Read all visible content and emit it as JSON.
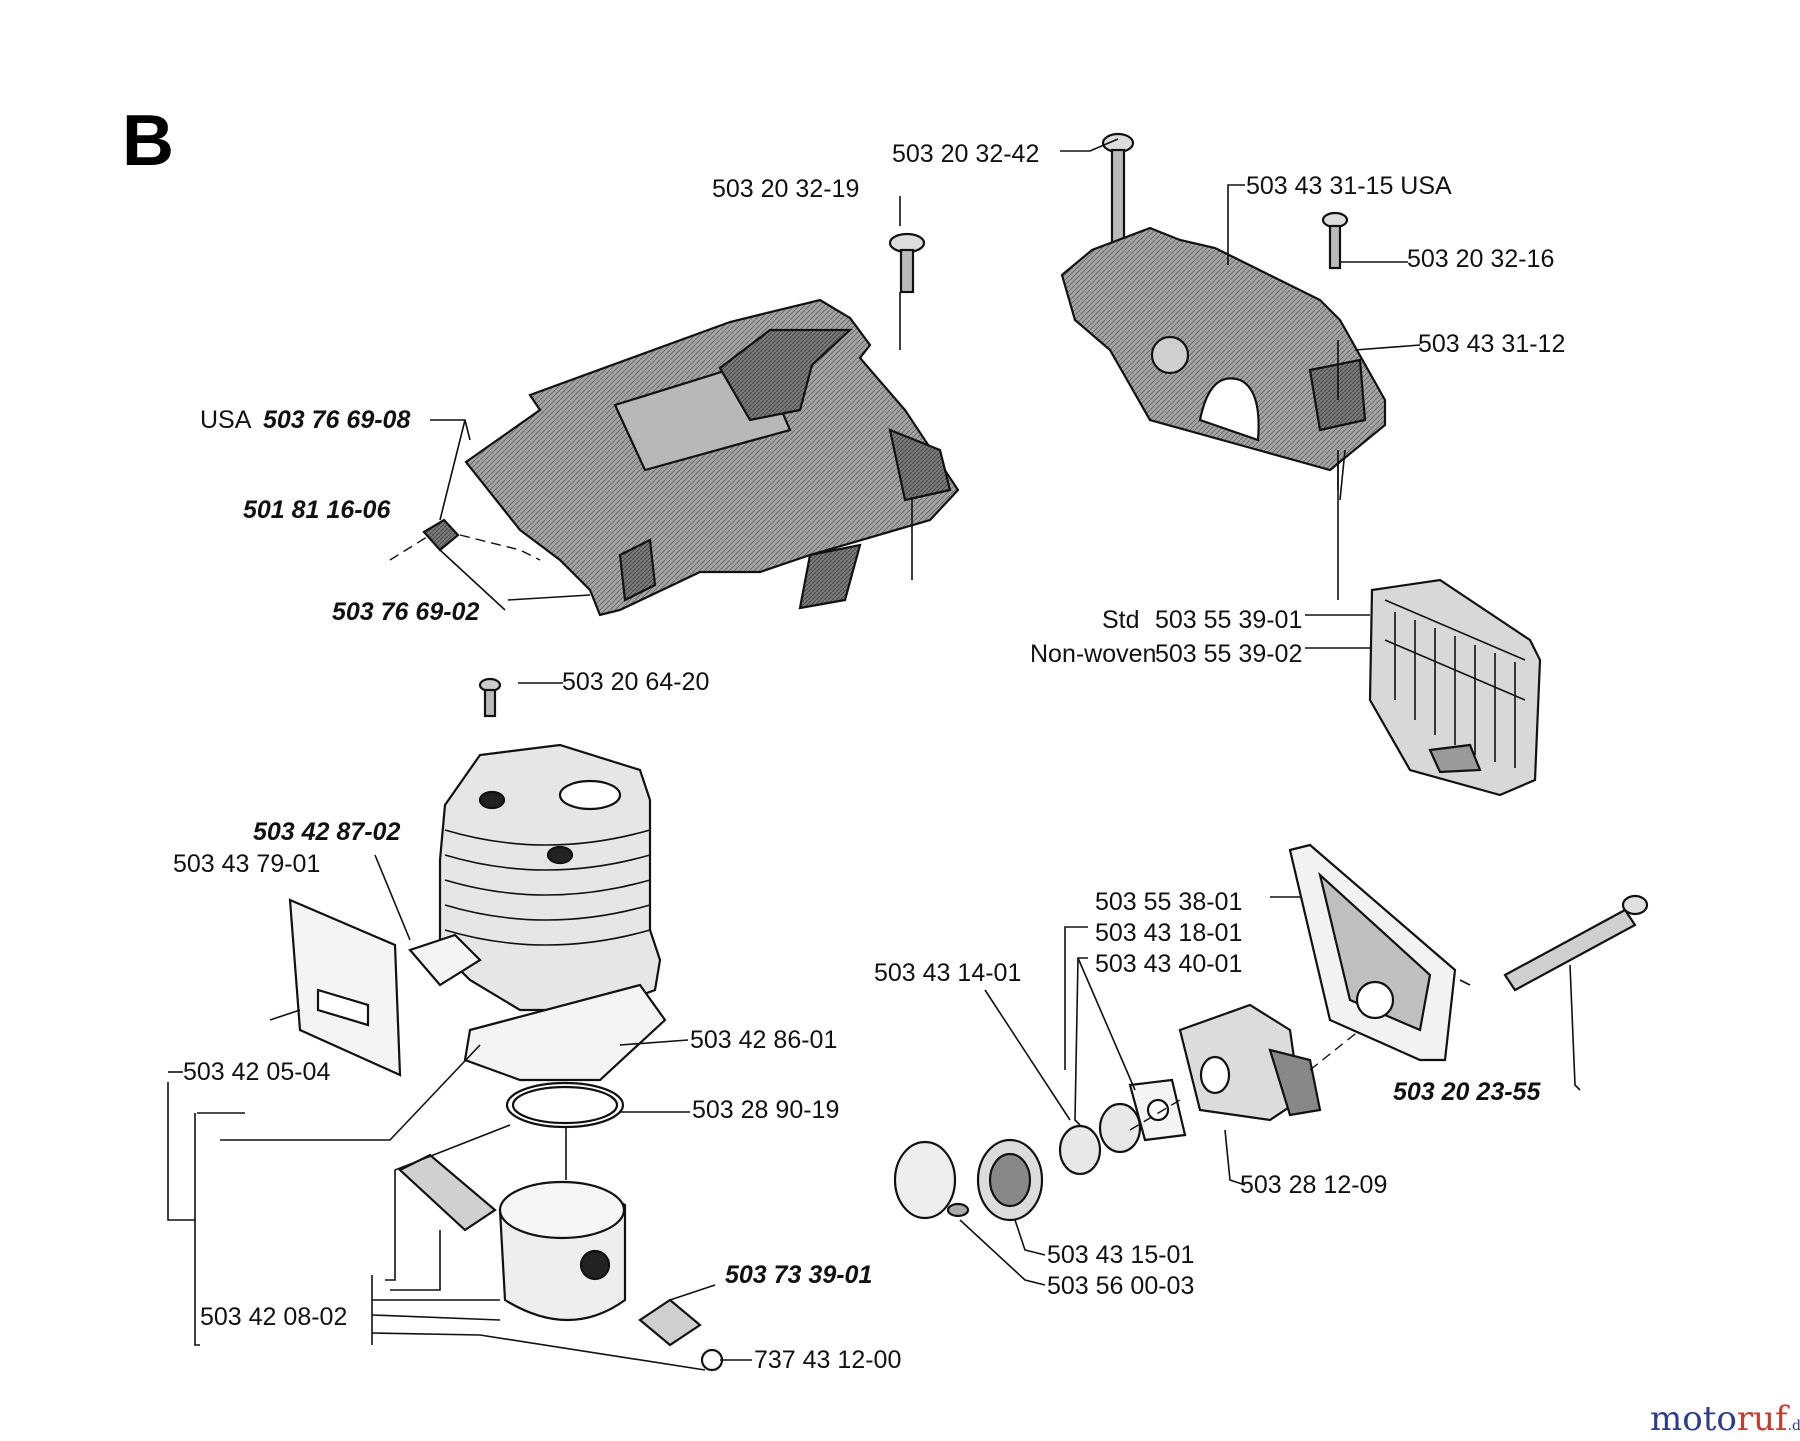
{
  "section_letter": "B",
  "labels": {
    "screw_top_a": "503 20 32-42",
    "screw_top_b": "503 20 32-19",
    "cover_usa_part": "503 43 31-15 USA",
    "screw_small": "503 20 32-16",
    "cover_right": "503 43 31-12",
    "usa_prefix": "USA",
    "usa_part": "503 76 69-08",
    "plug": "501 81 16-06",
    "cover_main": "503 76 69-02",
    "std_prefix": "Std",
    "std_part": "503 55 39-01",
    "nonwoven_prefix": "Non-woven",
    "nonwoven_part": "503 55 39-02",
    "cyl_screw": "503 20 64-20",
    "gasket_bold": "503 42 87-02",
    "plate": "503 43 79-01",
    "cyl_gasket": "503 42 86-01",
    "kit": "503 42 05-04",
    "ring": "503 28 90-19",
    "piston_kit": "503 42 08-02",
    "bearing": "503 73 39-01",
    "circlip": "737 43 12-00",
    "airfilter_holder": "503 55 38-01",
    "carb_gasket_a": "503 43 18-01",
    "carb_gasket_b": "503 43 40-01",
    "intake_a": "503 43 14-01",
    "carb": "503 28 12-09",
    "bolt": "503 20 23-55",
    "intake_b": "503 43 15-01",
    "clamp": "503 56 00-03"
  },
  "watermark": {
    "part1": "moto",
    "part2": "ruf",
    "part3": ".de"
  },
  "colors": {
    "ink": "#111111",
    "shade": "#8c8c8c",
    "watermark_blue": "#2d3c8c",
    "watermark_red": "#c63b2a"
  }
}
